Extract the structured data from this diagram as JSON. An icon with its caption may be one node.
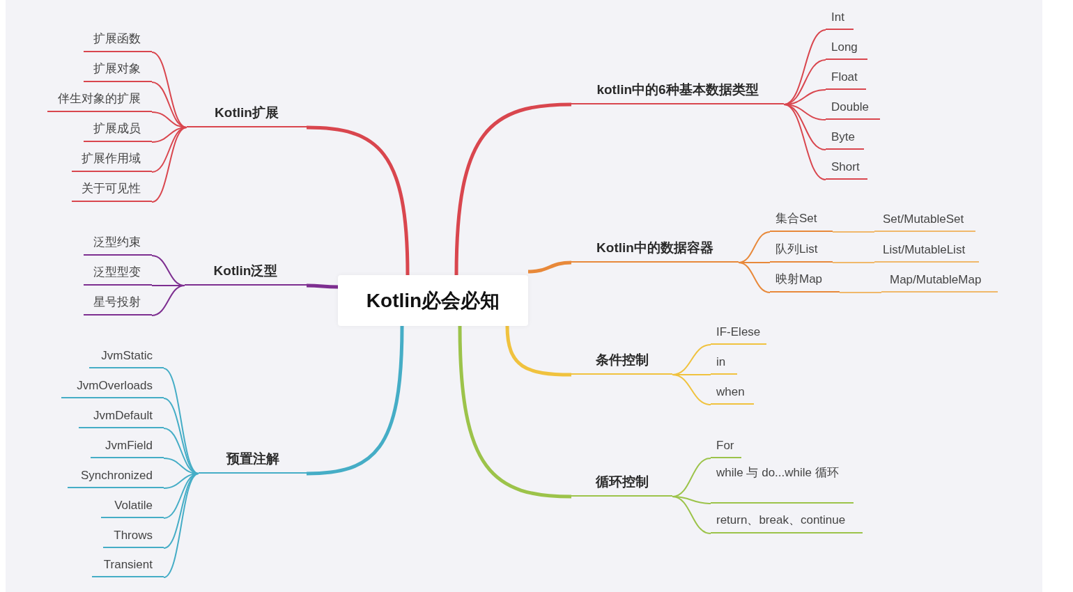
{
  "diagram": {
    "nodes": [
      {
        "text": [
          "Kotlin必会必知"
        ]
      },
      {
        "text": [
          "Kotlin扩展"
        ]
      },
      {
        "text": [
          "扩展函数"
        ]
      },
      {
        "text": [
          "扩展对象"
        ]
      },
      {
        "text": [
          "伴生对象的扩展"
        ]
      },
      {
        "text": [
          "扩展成员"
        ]
      },
      {
        "text": [
          "扩展作用域"
        ]
      },
      {
        "text": [
          "关于可见性"
        ]
      },
      {
        "text": [
          "Kotlin泛型"
        ]
      },
      {
        "text": [
          "泛型约束"
        ]
      },
      {
        "text": [
          "泛型型变"
        ]
      },
      {
        "text": [
          "星号投射"
        ]
      },
      {
        "text": [
          "预置注解"
        ]
      },
      {
        "text": [
          "JvmStatic"
        ]
      },
      {
        "text": [
          "JvmOverloads"
        ]
      },
      {
        "text": [
          "JvmDefault"
        ]
      },
      {
        "text": [
          "JvmField"
        ]
      },
      {
        "text": [
          "Synchronized"
        ]
      },
      {
        "text": [
          "Volatile"
        ]
      },
      {
        "text": [
          "Throws"
        ]
      },
      {
        "text": [
          "Transient"
        ]
      },
      {
        "text": [
          "kotlin中的6种基本数据类型"
        ]
      },
      {
        "text": [
          "Int"
        ]
      },
      {
        "text": [
          "Long"
        ]
      },
      {
        "text": [
          "Float"
        ]
      },
      {
        "text": [
          "Double"
        ]
      },
      {
        "text": [
          "Byte"
        ]
      },
      {
        "text": [
          "Short"
        ]
      },
      {
        "text": [
          "Kotlin中的数据容器"
        ]
      },
      {
        "text": [
          "集合Set"
        ]
      },
      {
        "text": [
          "Set/MutableSet"
        ]
      },
      {
        "text": [
          "队列List"
        ]
      },
      {
        "text": [
          "List/MutableList"
        ]
      },
      {
        "text": [
          "映射Map"
        ]
      },
      {
        "text": [
          "Map/MutableMap"
        ]
      },
      {
        "text": [
          "条件控制"
        ]
      },
      {
        "text": [
          "IF-Elese"
        ]
      },
      {
        "text": [
          "in"
        ]
      },
      {
        "text": [
          "when"
        ]
      },
      {
        "text": [
          "循环控制"
        ]
      },
      {
        "text": [
          "For"
        ]
      },
      {
        "text": [
          "while 与 do...while 循环"
        ]
      },
      {
        "text": [
          "return、break、continue"
        ]
      }
    ],
    "edges": [
      {
        "from": 0,
        "to": 1,
        "arrow": "none",
        "style": "thick",
        "color": "#d9464e"
      },
      {
        "from": 1,
        "to": 2,
        "arrow": "none",
        "color": "#d9464e"
      },
      {
        "from": 1,
        "to": 3,
        "arrow": "none",
        "color": "#d9464e"
      },
      {
        "from": 1,
        "to": 4,
        "arrow": "none",
        "color": "#d9464e"
      },
      {
        "from": 1,
        "to": 5,
        "arrow": "none",
        "color": "#d9464e"
      },
      {
        "from": 1,
        "to": 6,
        "arrow": "none",
        "color": "#d9464e"
      },
      {
        "from": 1,
        "to": 7,
        "arrow": "none",
        "color": "#d9464e"
      },
      {
        "from": 0,
        "to": 8,
        "arrow": "none",
        "style": "thick",
        "color": "#7d2e90"
      },
      {
        "from": 8,
        "to": 9,
        "arrow": "none",
        "color": "#7d2e90"
      },
      {
        "from": 8,
        "to": 10,
        "arrow": "none",
        "color": "#7d2e90"
      },
      {
        "from": 8,
        "to": 11,
        "arrow": "none",
        "color": "#7d2e90"
      },
      {
        "from": 0,
        "to": 12,
        "arrow": "none",
        "style": "thick",
        "color": "#45adc6"
      },
      {
        "from": 12,
        "to": 13,
        "arrow": "none",
        "color": "#45adc6"
      },
      {
        "from": 12,
        "to": 14,
        "arrow": "none",
        "color": "#45adc6"
      },
      {
        "from": 12,
        "to": 15,
        "arrow": "none",
        "color": "#45adc6"
      },
      {
        "from": 12,
        "to": 16,
        "arrow": "none",
        "color": "#45adc6"
      },
      {
        "from": 12,
        "to": 17,
        "arrow": "none",
        "color": "#45adc6"
      },
      {
        "from": 12,
        "to": 18,
        "arrow": "none",
        "color": "#45adc6"
      },
      {
        "from": 12,
        "to": 19,
        "arrow": "none",
        "color": "#45adc6"
      },
      {
        "from": 12,
        "to": 20,
        "arrow": "none",
        "color": "#45adc6"
      },
      {
        "from": 0,
        "to": 21,
        "arrow": "none",
        "style": "thick",
        "color": "#d9464e"
      },
      {
        "from": 21,
        "to": 22,
        "arrow": "none",
        "color": "#d9464e"
      },
      {
        "from": 21,
        "to": 23,
        "arrow": "none",
        "color": "#d9464e"
      },
      {
        "from": 21,
        "to": 24,
        "arrow": "none",
        "color": "#d9464e"
      },
      {
        "from": 21,
        "to": 25,
        "arrow": "none",
        "color": "#d9464e"
      },
      {
        "from": 21,
        "to": 26,
        "arrow": "none",
        "color": "#d9464e"
      },
      {
        "from": 21,
        "to": 27,
        "arrow": "none",
        "color": "#d9464e"
      },
      {
        "from": 0,
        "to": 28,
        "arrow": "none",
        "style": "thick",
        "color": "#e8893a"
      },
      {
        "from": 28,
        "to": 29,
        "arrow": "none",
        "color": "#e8893a"
      },
      {
        "from": 29,
        "to": 30,
        "arrow": "none",
        "color": "#f0b86a"
      },
      {
        "from": 28,
        "to": 31,
        "arrow": "none",
        "color": "#e8893a"
      },
      {
        "from": 31,
        "to": 32,
        "arrow": "none",
        "color": "#f0b86a"
      },
      {
        "from": 28,
        "to": 33,
        "arrow": "none",
        "color": "#e8893a"
      },
      {
        "from": 33,
        "to": 34,
        "arrow": "none",
        "color": "#f0b86a"
      },
      {
        "from": 0,
        "to": 35,
        "arrow": "none",
        "style": "thick",
        "color": "#f0c23e"
      },
      {
        "from": 35,
        "to": 36,
        "arrow": "none",
        "color": "#f0c23e"
      },
      {
        "from": 35,
        "to": 37,
        "arrow": "none",
        "color": "#f0c23e"
      },
      {
        "from": 35,
        "to": 38,
        "arrow": "none",
        "color": "#f0c23e"
      },
      {
        "from": 0,
        "to": 39,
        "arrow": "none",
        "style": "thick",
        "color": "#9cc34a"
      },
      {
        "from": 39,
        "to": 40,
        "arrow": "none",
        "color": "#9cc34a"
      },
      {
        "from": 39,
        "to": 41,
        "arrow": "none",
        "color": "#9cc34a"
      },
      {
        "from": 39,
        "to": 42,
        "arrow": "none",
        "color": "#9cc34a"
      }
    ]
  }
}
